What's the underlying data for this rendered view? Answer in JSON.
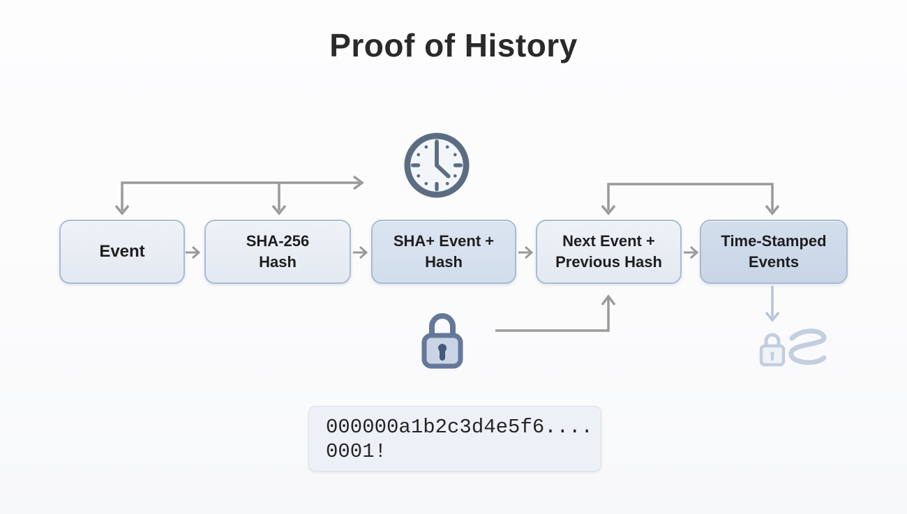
{
  "title": "Proof of History",
  "flow": {
    "boxes": [
      {
        "label": "Event"
      },
      {
        "label": "SHA-256 Hash"
      },
      {
        "label": "SHA+ Event + Hash"
      },
      {
        "label": "Next Event + Previous Hash"
      },
      {
        "label": "Time-Stamped Events"
      }
    ]
  },
  "hash_display": {
    "line1": "000000a1b2c3d4e5f6....",
    "line2": "0001!"
  },
  "icons": {
    "clock": "clock-icon",
    "lock": "lock-icon",
    "faded_lock": "faded-lock-icon",
    "scribble": "scribble-icon"
  },
  "colors": {
    "box_border": "#a9bbd2",
    "box_fill_light": "#e9eef5",
    "box_fill_medium": "#d6e1ef",
    "box_fill_dark": "#ccd9e9",
    "connector_gray": "#9a9a9a",
    "faded_blue": "#bcc9db",
    "icon_slate": "#5c6d83",
    "title_text": "#2a2a2a"
  }
}
